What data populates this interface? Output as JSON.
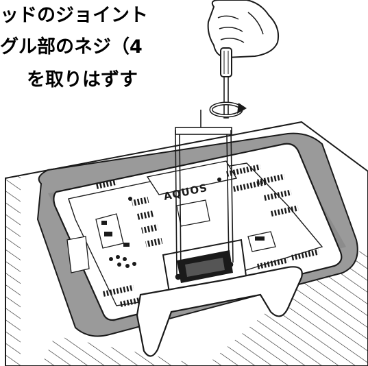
{
  "instruction": {
    "line1": "ッドのジョイント",
    "line2": "グル部のネジ（4",
    "line3": "を取りはずす"
  },
  "tv_brand_label": "AQUOS",
  "colors": {
    "ink": "#1a1a1a",
    "mat": "#9a9a9a",
    "mat_dark": "#7d7d7d",
    "tv_back": "#ffffff",
    "stand": "#ffffff"
  },
  "icons": [
    "hand-with-screwdriver-icon",
    "rotate-arrow-icon"
  ]
}
